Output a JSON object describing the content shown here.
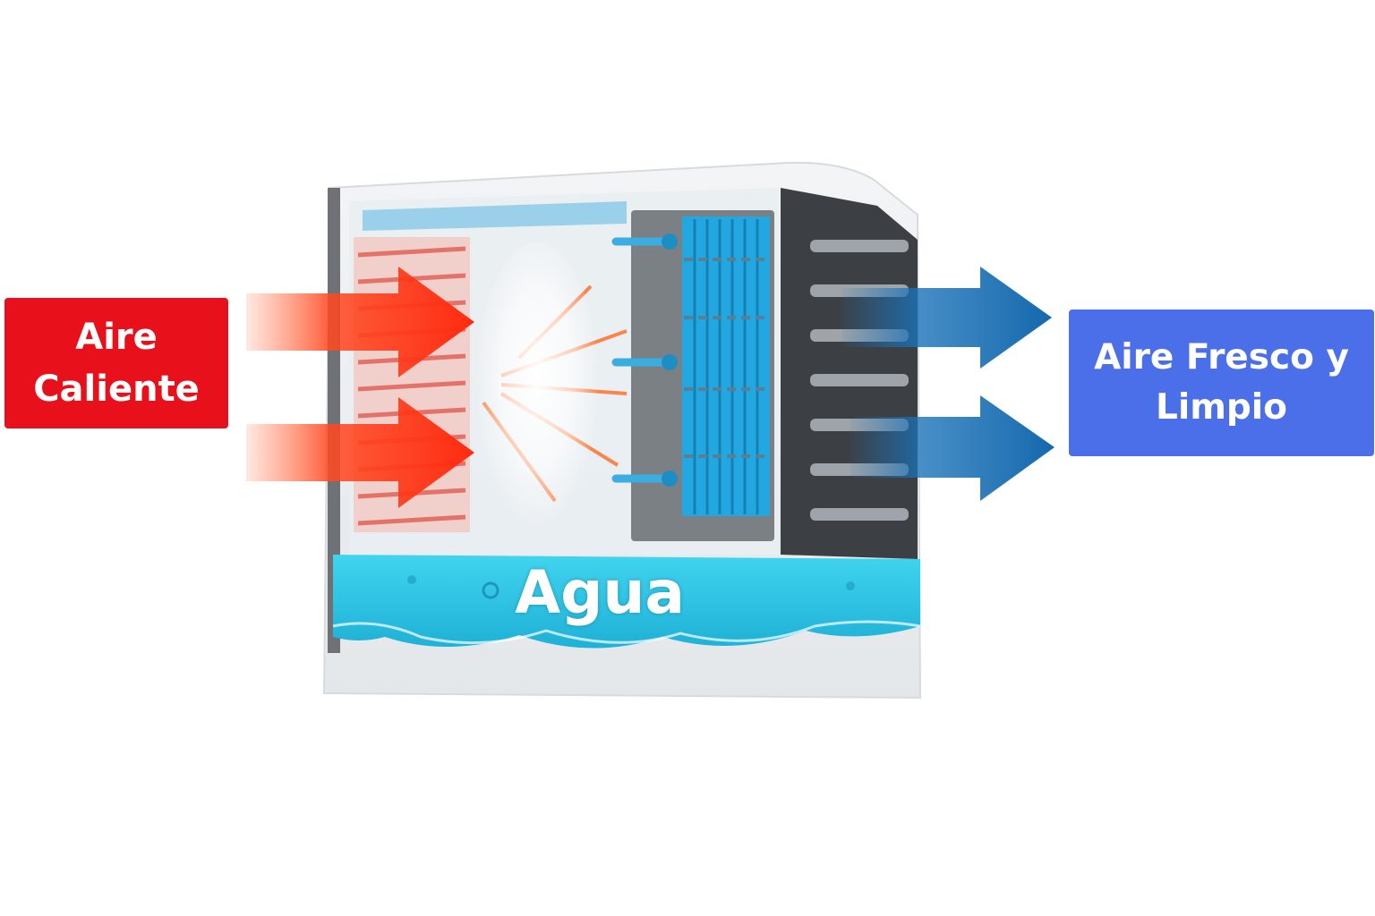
{
  "labels": {
    "hot_air": "Aire\nCaliente",
    "cool_air": "Aire Fresco y\nLimpio",
    "water": "Agua"
  },
  "colors": {
    "hot_box": "#e8101a",
    "hot_arrow": "#ff3b1a",
    "cool_box": "#4a6fe8",
    "cool_arrow": "#1a72b8",
    "water": "#2cc4e2",
    "filter": "#23a7e0"
  },
  "icons": {
    "hot_arrows": "right-arrow",
    "cool_arrows": "right-arrow",
    "device": "evaporative-air-cooler"
  }
}
